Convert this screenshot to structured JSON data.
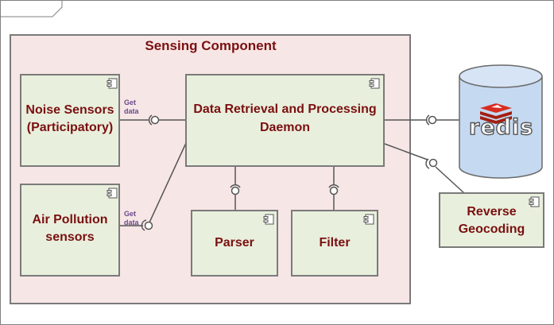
{
  "title": "Sensing Component",
  "components": {
    "noise": "Noise Sensors\n(Participatory)",
    "air": "Air Pollution\nsensors",
    "daemon": "Data Retrieval and Processing\nDaemon",
    "parser": "Parser",
    "filter": "Filter",
    "geocoding": "Reverse\nGeocoding"
  },
  "interfaces": {
    "noise_get": "Get\ndata",
    "air_get": "Get\ndata"
  },
  "database": {
    "logo_text": "redis"
  },
  "colors": {
    "label": "#7a1010",
    "component_fill": "#e9efdd",
    "outer_fill": "#f7e6e6",
    "db_fill": "#c5d9f1",
    "redis_red": "#d82c20"
  }
}
